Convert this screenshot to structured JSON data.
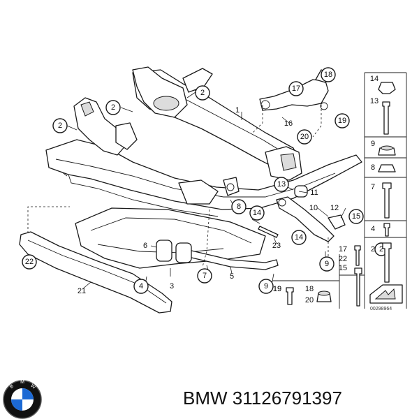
{
  "brand": "BMW",
  "part_number": "31126791397",
  "diagram_code": "00298964",
  "callouts_circled": [
    "1",
    "2",
    "2",
    "2",
    "2",
    "4",
    "5",
    "6",
    "7",
    "8",
    "9",
    "9",
    "10",
    "11",
    "12",
    "13",
    "14",
    "14",
    "15",
    "16",
    "17",
    "18",
    "19",
    "19",
    "20",
    "22",
    "23",
    "3",
    "21"
  ],
  "side_panel_labels": [
    "14",
    "13",
    "9",
    "8",
    "7",
    "4",
    "2",
    "17",
    "22",
    "15",
    "19",
    "18",
    "20"
  ],
  "colors": {
    "line": "#1a1a1a",
    "part_fill": "#ffffff",
    "shade": "#dcdcdc",
    "background": "#ffffff"
  },
  "logo": {
    "name": "bmw-roundel",
    "letters": "BMW",
    "colors": [
      "#000000",
      "#1c69d4",
      "#ffffff"
    ]
  }
}
